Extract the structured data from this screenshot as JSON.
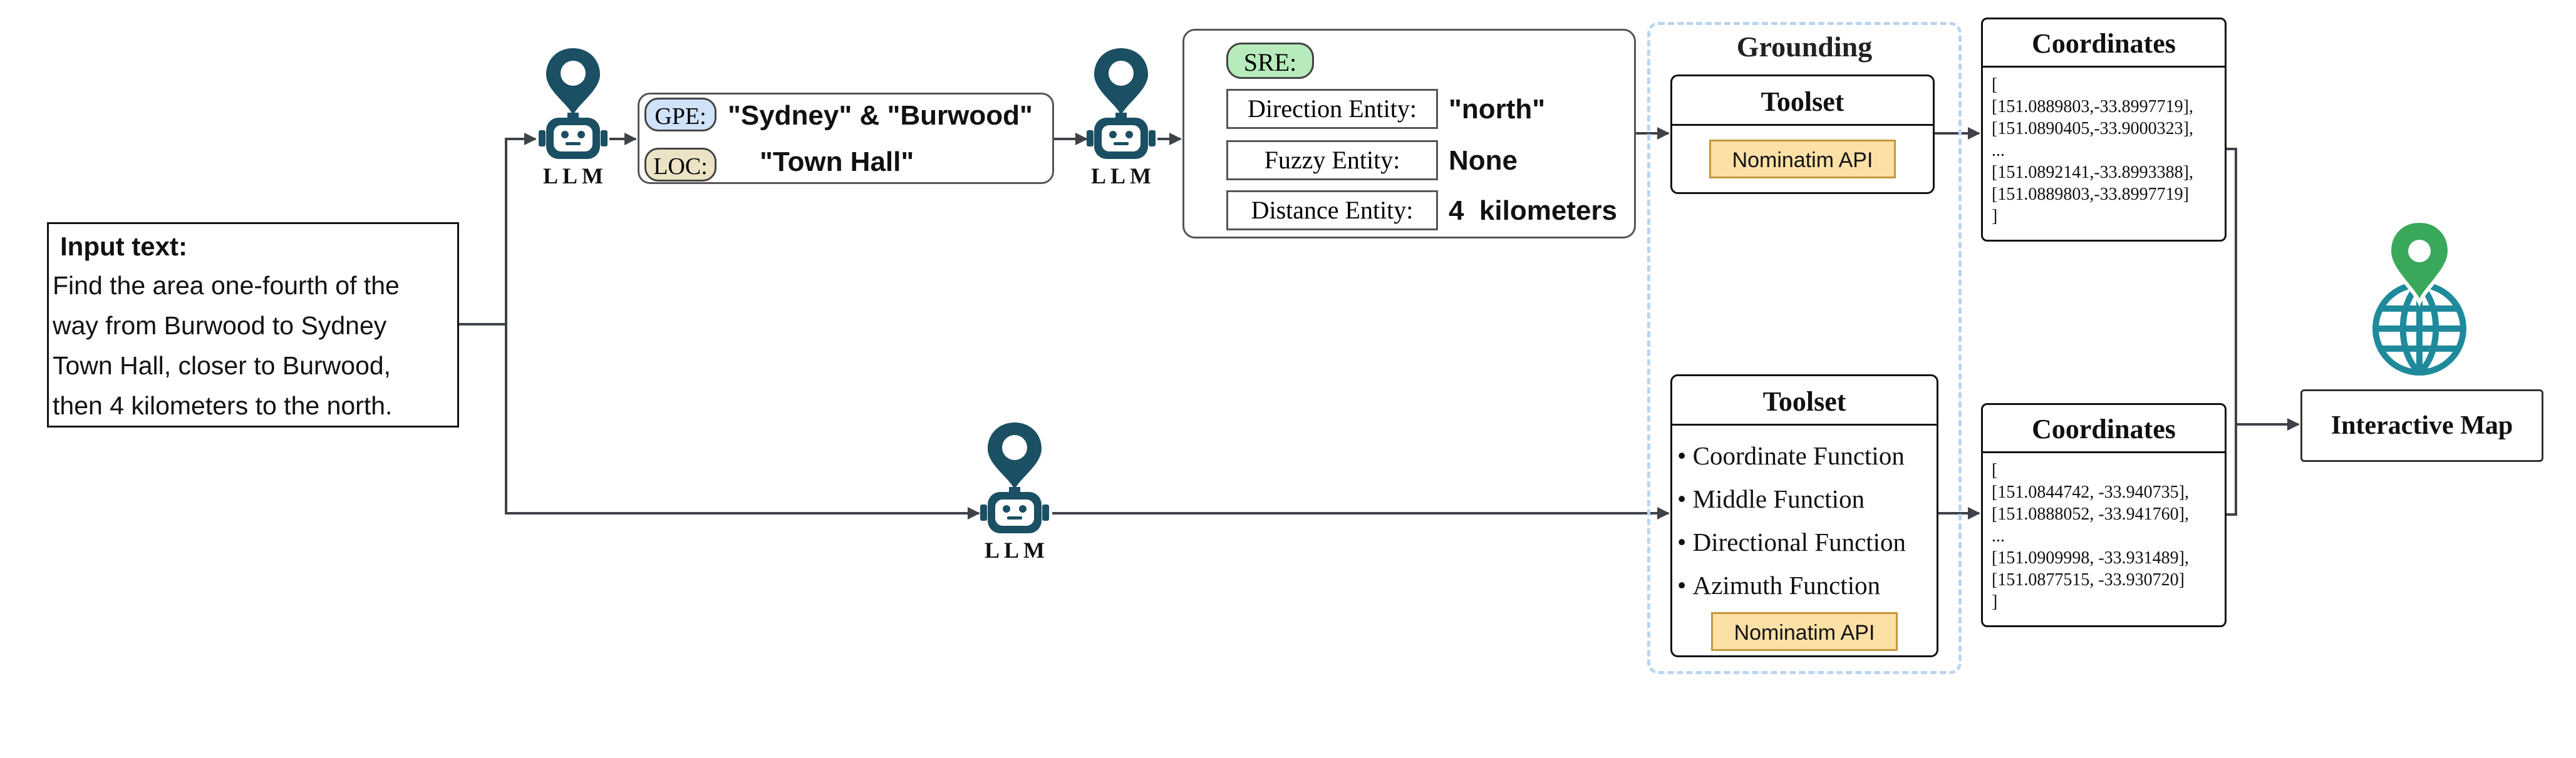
{
  "input": {
    "title": "Input text:",
    "lines": [
      "Find the area one-fourth of the",
      "way from Burwood to Sydney",
      "Town Hall, closer to Burwood,",
      "then 4 kilometers to the north."
    ]
  },
  "llm_label": "L L M",
  "entities": {
    "gpe_tag": "GPE:",
    "gpe_value": "\"Sydney\" & \"Burwood\"",
    "loc_tag": "LOC:",
    "loc_value": "\"Town Hall\""
  },
  "sre": {
    "tag": "SRE:",
    "direction_label": "Direction Entity:",
    "direction_value": "\"north\"",
    "fuzzy_label": "Fuzzy Entity:",
    "fuzzy_value": "None",
    "distance_label": "Distance Entity:",
    "distance_value": "4  kilometers"
  },
  "grounding": {
    "title": "Grounding",
    "toolset_top": {
      "title": "Toolset",
      "api": "Nominatim API"
    },
    "toolset_bottom": {
      "title": "Toolset",
      "items": [
        "Coordinate Function",
        "Middle Function",
        "Directional Function",
        "Azimuth Function"
      ],
      "api": "Nominatim API"
    }
  },
  "coords_top": {
    "title": "Coordinates",
    "lines": [
      "[",
      "[151.0889803,-33.8997719],",
      "[151.0890405,-33.9000323],",
      "...",
      "[151.0892141,-33.8993388],",
      "[151.0889803,-33.8997719]",
      "]"
    ]
  },
  "coords_bottom": {
    "title": "Coordinates",
    "lines": [
      "[",
      "[151.0844742, -33.940735],",
      "[151.0888052, -33.941760],",
      "...",
      "[151.0909998, -33.931489],",
      "[151.0877515, -33.930720]",
      "]"
    ]
  },
  "map": {
    "label": "Interactive Map"
  },
  "colors": {
    "robot": "#1b4f63",
    "gpe_fill": "#cfe2f7",
    "loc_fill": "#ece3c5",
    "sre_fill": "#b8ebbc",
    "api_fill": "#fde0a6",
    "grounding_border": "#bcd5ee",
    "arrow": "#3e4249",
    "pin_green": "#3aa85a",
    "globe": "#1f8a9b"
  }
}
